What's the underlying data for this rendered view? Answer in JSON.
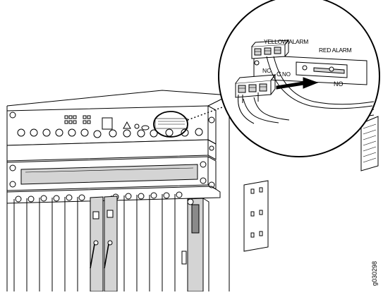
{
  "diagram": {
    "labels": {
      "yellow_alarm": "YELLOW ALARM",
      "red_alarm": "RED ALARM",
      "nc": "NC",
      "c": "C",
      "no_yellow": "NO",
      "no_red": "NO"
    },
    "figure_id": "g030298"
  }
}
